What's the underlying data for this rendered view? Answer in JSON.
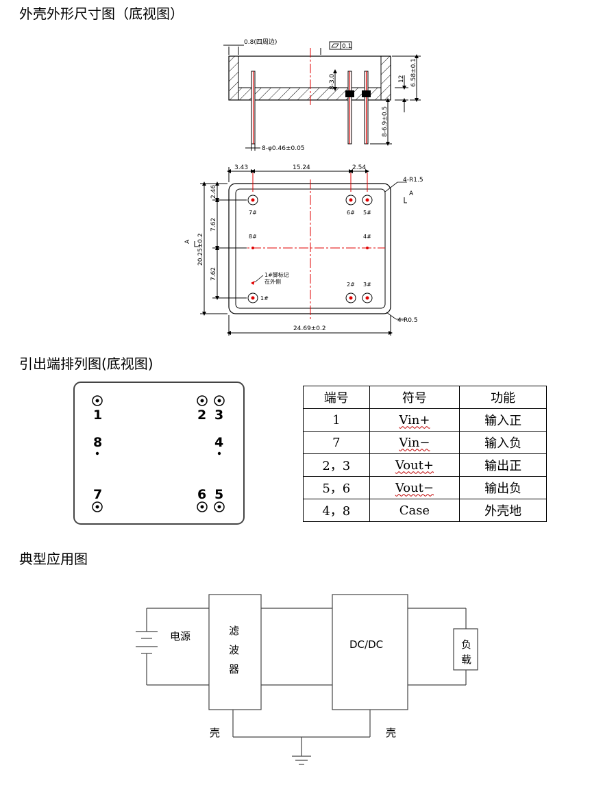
{
  "sections": {
    "outline": "外壳外形尺寸图（底视图）",
    "pinout": "引出端排列图(底视图)",
    "application": "典型应用图"
  },
  "outline_drawing": {
    "side_view": {
      "wall_note": "0.8(四周边)",
      "flatness": "0.1",
      "pin_standoff": "8-3.0",
      "base_thickness": "12",
      "height": "6.58±0.1",
      "pin_length": "8-6.9±0.5",
      "pin_diameter": "8-φ0.46±0.05"
    },
    "bottom_view": {
      "dim_left": "3.43",
      "dim_pitch": "15.24",
      "dim_right": "2.54",
      "corner_outer": "4-R1.5",
      "corner_inner": "4-R0.5",
      "dim_v1": "2.46",
      "dim_v2": "7.62",
      "dim_v3": "7.62",
      "height": "20.25±0.2",
      "width": "24.69±0.2",
      "section_mark": "A",
      "pin1_note_line1": "1#脚标记",
      "pin1_note_line2": "在外侧",
      "pin_labels": [
        "7#",
        "6#",
        "5#",
        "8#",
        "4#",
        "2#",
        "3#",
        "1#"
      ]
    }
  },
  "pin_layout": {
    "labels": [
      "1",
      "2",
      "3",
      "8",
      "4",
      "7",
      "6",
      "5"
    ]
  },
  "pin_table": {
    "headers": [
      "端号",
      "符号",
      "功能"
    ],
    "rows": [
      [
        "1",
        "Vin+",
        "输入正"
      ],
      [
        "7",
        "Vin−",
        "输入负"
      ],
      [
        "2，3",
        "Vout+",
        "输出正"
      ],
      [
        "5，6",
        "Vout−",
        "输出负"
      ],
      [
        "4，8",
        "Case",
        "外壳地"
      ]
    ]
  },
  "application_circuit": {
    "power": "电源",
    "filter": [
      "滤",
      "波",
      "器"
    ],
    "converter": "DC/DC",
    "load": [
      "负",
      "载"
    ],
    "shell_left": "壳",
    "shell_right": "壳"
  }
}
